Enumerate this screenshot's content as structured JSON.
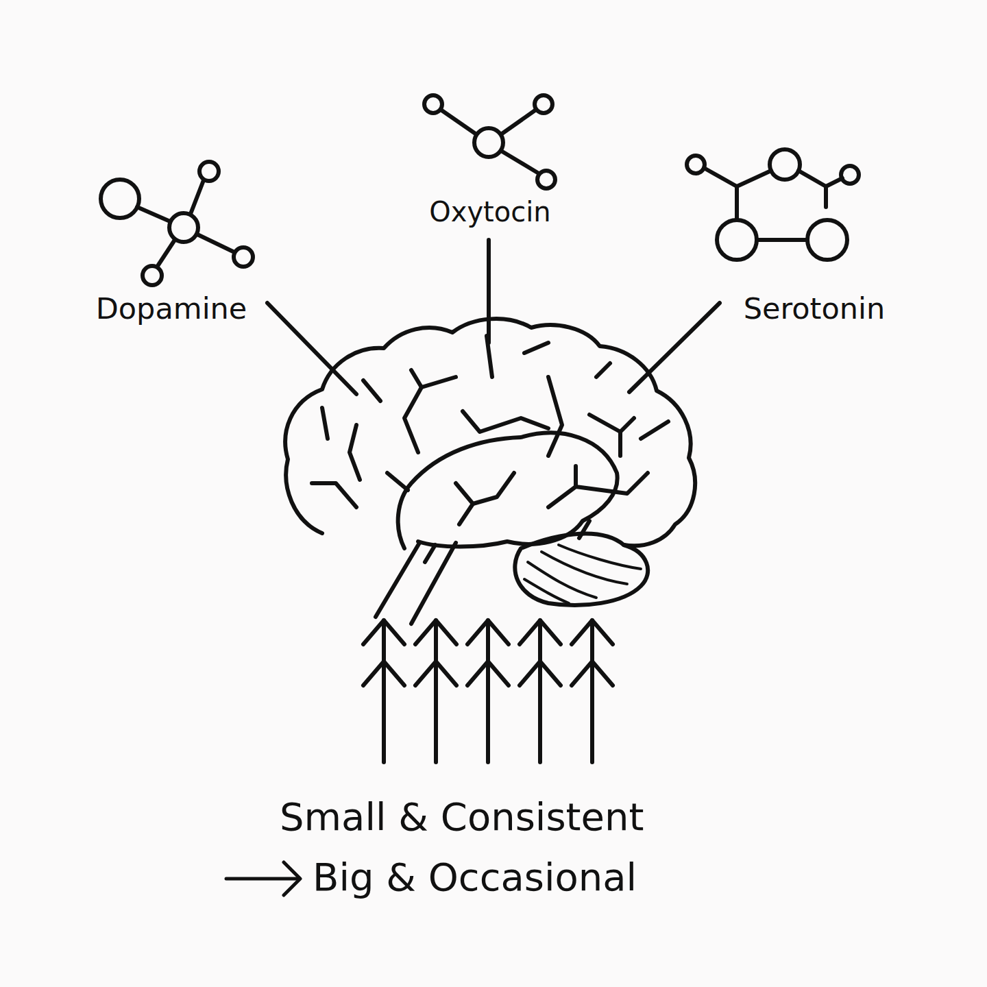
{
  "diagram": {
    "labels": [
      "Oxytocin",
      "Dopamine",
      "Serotonin",
      "Small & Consistent",
      "Big & Occasional"
    ]
  }
}
